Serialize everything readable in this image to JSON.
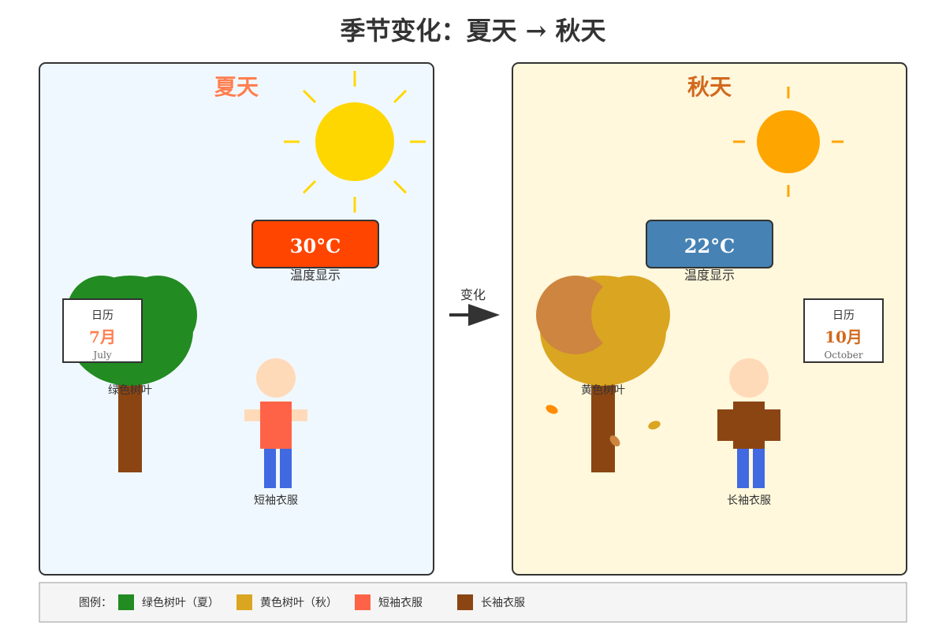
{
  "title": "季节变化：夏天 → 秋天",
  "change_label": "变化",
  "summer": {
    "title": "夏天",
    "temperature": "30°C",
    "temp_caption": "温度显示",
    "calendar": {
      "heading": "日历",
      "month": "7月",
      "month_en": "July"
    },
    "tree_label": "绿色树叶",
    "person_label": "短袖衣服"
  },
  "autumn": {
    "title": "秋天",
    "temperature": "22°C",
    "temp_caption": "温度显示",
    "calendar": {
      "heading": "日历",
      "month": "10月",
      "month_en": "October"
    },
    "tree_label": "黄色树叶",
    "person_label": "长袖衣服"
  },
  "legend": {
    "heading": "图例：",
    "items": [
      {
        "label": "绿色树叶（夏）",
        "color": "#228B22"
      },
      {
        "label": "黄色树叶（秋）",
        "color": "#DAA520"
      },
      {
        "label": "短袖衣服",
        "color": "#FF6347"
      },
      {
        "label": "长袖衣服",
        "color": "#8B4513"
      }
    ]
  },
  "colors": {
    "summer_bg": "#F0F8FF",
    "autumn_bg": "#FFF8DC",
    "summer_sun": "#FFD700",
    "autumn_sun": "#FFA500",
    "summer_temp_box": "#FF4500",
    "autumn_temp_box": "#4682B4",
    "summer_title": "#FF7F50",
    "autumn_title": "#D2691E",
    "trunk": "#8B4513",
    "skin": "#FFDAB9",
    "pants": "#4169E1"
  }
}
